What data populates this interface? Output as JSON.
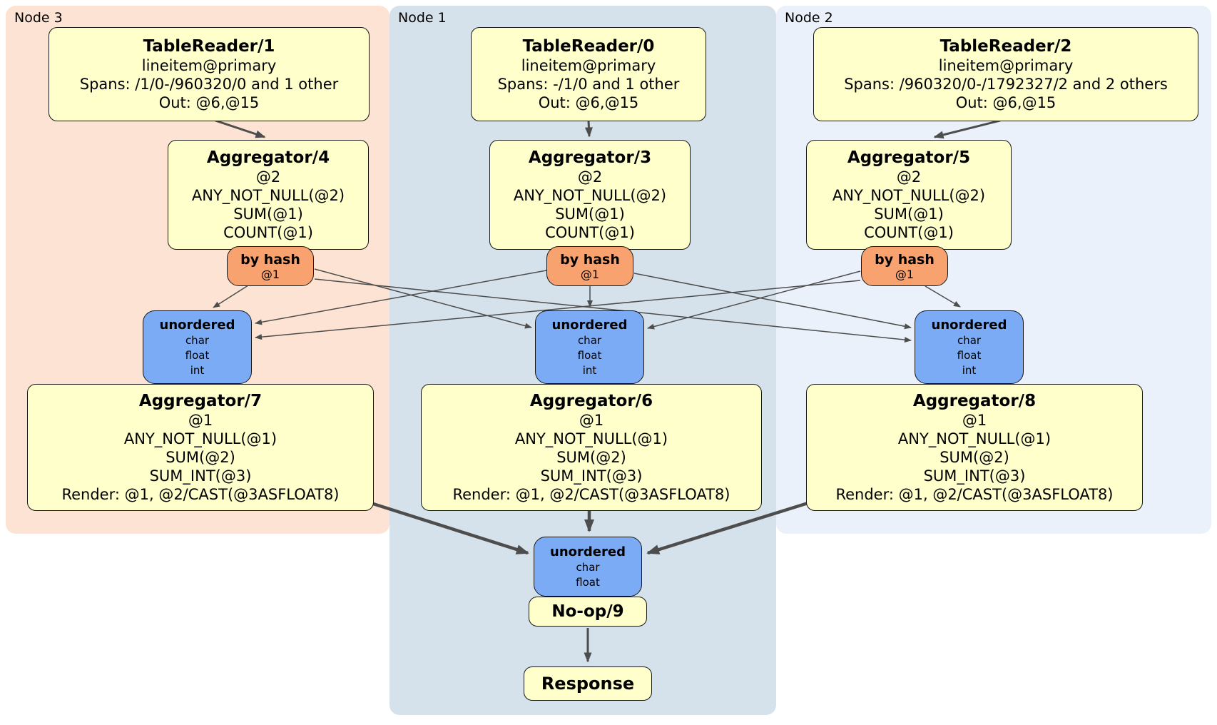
{
  "diagram": {
    "node3": {
      "label": "Node 3"
    },
    "node1": {
      "label": "Node 1"
    },
    "node2": {
      "label": "Node 2"
    },
    "tr1": {
      "title": "TableReader/1",
      "lines": [
        "lineitem@primary",
        "Spans: /1/0-/960320/0 and 1 other",
        "Out: @6,@15"
      ]
    },
    "tr0": {
      "title": "TableReader/0",
      "lines": [
        "lineitem@primary",
        "Spans: -/1/0 and 1 other",
        "Out: @6,@15"
      ]
    },
    "tr2": {
      "title": "TableReader/2",
      "lines": [
        "lineitem@primary",
        "Spans: /960320/0-/1792327/2 and 2 others",
        "Out: @6,@15"
      ]
    },
    "agg4": {
      "title": "Aggregator/4",
      "lines": [
        "@2",
        "ANY_NOT_NULL(@2)",
        "SUM(@1)",
        "COUNT(@1)"
      ]
    },
    "agg3": {
      "title": "Aggregator/3",
      "lines": [
        "@2",
        "ANY_NOT_NULL(@2)",
        "SUM(@1)",
        "COUNT(@1)"
      ]
    },
    "agg5": {
      "title": "Aggregator/5",
      "lines": [
        "@2",
        "ANY_NOT_NULL(@2)",
        "SUM(@1)",
        "COUNT(@1)"
      ]
    },
    "router": {
      "title": "by hash",
      "sub": "@1"
    },
    "sync3": {
      "title": "unordered",
      "types": [
        "char",
        "float",
        "int"
      ]
    },
    "agg7": {
      "title": "Aggregator/7",
      "lines": [
        "@1",
        "ANY_NOT_NULL(@1)",
        "SUM(@2)",
        "SUM_INT(@3)",
        "Render: @1, @2/CAST(@3ASFLOAT8)"
      ]
    },
    "agg6": {
      "title": "Aggregator/6",
      "lines": [
        "@1",
        "ANY_NOT_NULL(@1)",
        "SUM(@2)",
        "SUM_INT(@3)",
        "Render: @1, @2/CAST(@3ASFLOAT8)"
      ]
    },
    "agg8": {
      "title": "Aggregator/8",
      "lines": [
        "@1",
        "ANY_NOT_NULL(@1)",
        "SUM(@2)",
        "SUM_INT(@3)",
        "Render: @1, @2/CAST(@3ASFLOAT8)"
      ]
    },
    "sync2": {
      "title": "unordered",
      "types": [
        "char",
        "float"
      ]
    },
    "noop": {
      "title": "No-op/9"
    },
    "response": {
      "title": "Response"
    },
    "colors": {
      "node3_bg": "#fce3d3",
      "node1_bg": "#d6e2eb",
      "node2_bg": "#eaf1fa",
      "processor_fill": "#ffffcc",
      "router_fill": "#f7a26f",
      "sync_fill": "#7cabf5",
      "edge": "#4d4d4d"
    },
    "edges": [
      {
        "from": "TableReader/1",
        "to": "Aggregator/4"
      },
      {
        "from": "TableReader/0",
        "to": "Aggregator/3"
      },
      {
        "from": "TableReader/2",
        "to": "Aggregator/5"
      },
      {
        "from": "Aggregator/4 by hash @1",
        "to": "unordered Node 3"
      },
      {
        "from": "Aggregator/4 by hash @1",
        "to": "unordered Node 1"
      },
      {
        "from": "Aggregator/4 by hash @1",
        "to": "unordered Node 2"
      },
      {
        "from": "Aggregator/3 by hash @1",
        "to": "unordered Node 3"
      },
      {
        "from": "Aggregator/3 by hash @1",
        "to": "unordered Node 1"
      },
      {
        "from": "Aggregator/3 by hash @1",
        "to": "unordered Node 2"
      },
      {
        "from": "Aggregator/5 by hash @1",
        "to": "unordered Node 3"
      },
      {
        "from": "Aggregator/5 by hash @1",
        "to": "unordered Node 1"
      },
      {
        "from": "Aggregator/5 by hash @1",
        "to": "unordered Node 2"
      },
      {
        "from": "Aggregator/7",
        "to": "final unordered"
      },
      {
        "from": "Aggregator/6",
        "to": "final unordered"
      },
      {
        "from": "Aggregator/8",
        "to": "final unordered"
      },
      {
        "from": "No-op/9",
        "to": "Response"
      }
    ]
  }
}
